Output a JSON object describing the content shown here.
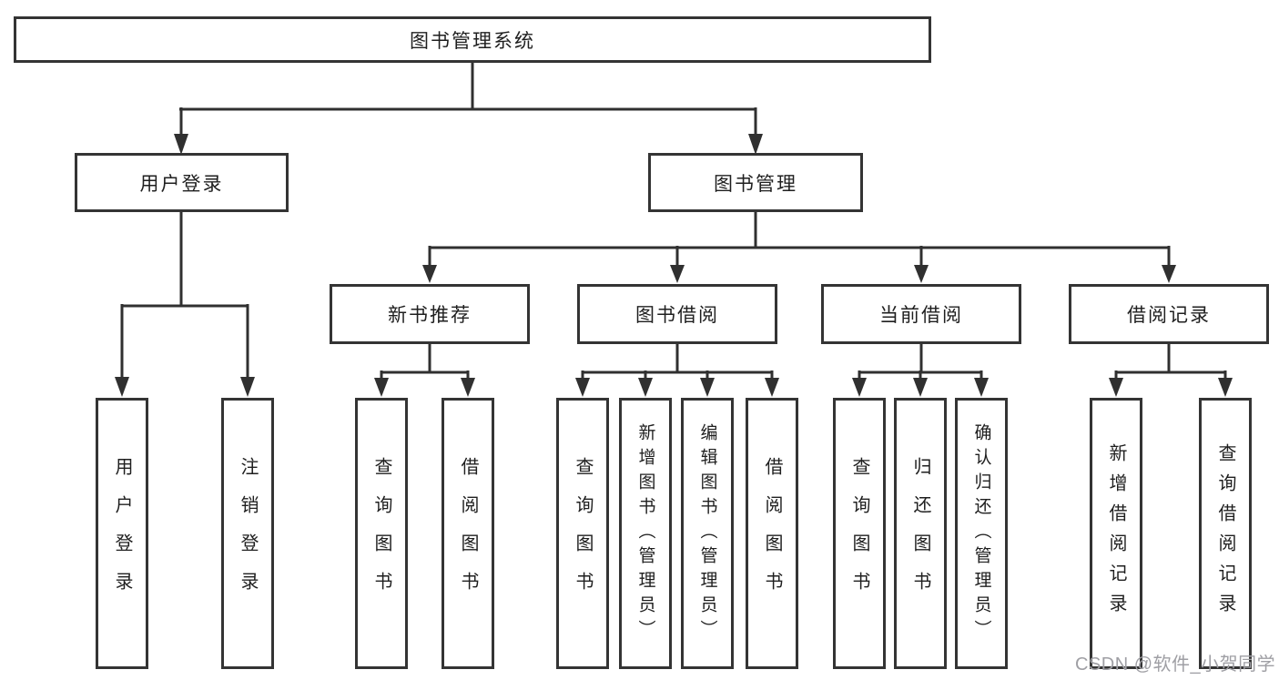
{
  "tree": {
    "root": {
      "label": "图书管理系统"
    },
    "branches": [
      {
        "label": "用户登录",
        "children": [
          {
            "label": "用户登录"
          },
          {
            "label": "注销登录"
          }
        ]
      },
      {
        "label": "图书管理",
        "children": [
          {
            "label": "新书推荐",
            "children": [
              {
                "label": "查询图书"
              },
              {
                "label": "借阅图书"
              }
            ]
          },
          {
            "label": "图书借阅",
            "children": [
              {
                "label": "查询图书"
              },
              {
                "label": "新增图书（管理员）"
              },
              {
                "label": "编辑图书（管理员）"
              },
              {
                "label": "借阅图书"
              }
            ]
          },
          {
            "label": "当前借阅",
            "children": [
              {
                "label": "查询图书"
              },
              {
                "label": "归还图书"
              },
              {
                "label": "确认归还（管理员）"
              }
            ]
          },
          {
            "label": "借阅记录",
            "children": [
              {
                "label": "新增借阅记录"
              },
              {
                "label": "查询借阅记录"
              }
            ]
          }
        ]
      }
    ]
  },
  "watermark": {
    "text": "CSDN @软件_小贺同学"
  },
  "colors": {
    "line": "#303030",
    "box_border": "#343434",
    "text": "#1f1f1f",
    "watermark": "#9f9fa4",
    "background": "#ffffff"
  }
}
